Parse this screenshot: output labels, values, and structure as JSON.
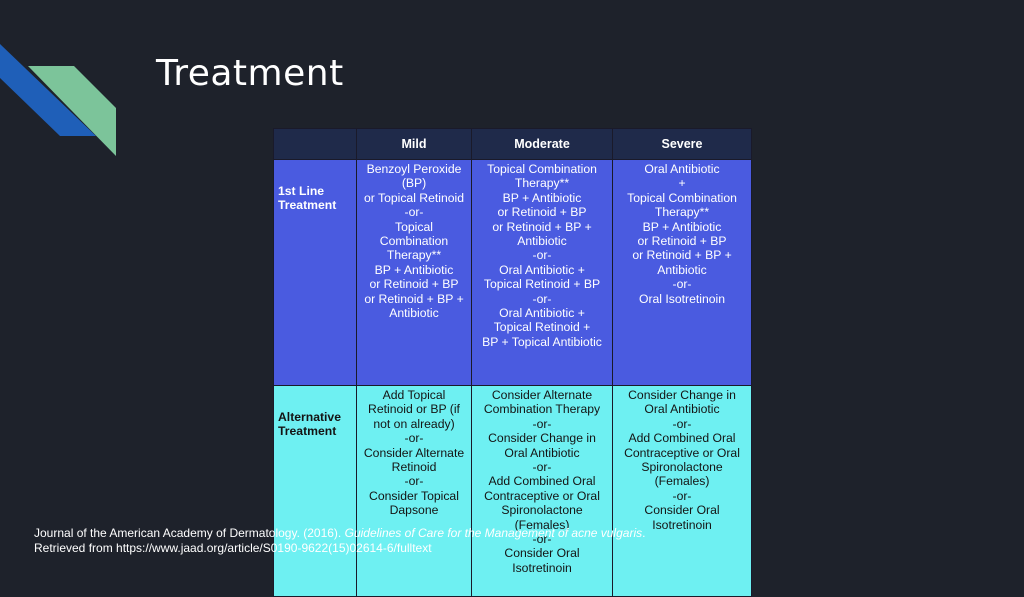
{
  "slide": {
    "title": "Treatment"
  },
  "table": {
    "headers": [
      "",
      "Mild",
      "Moderate",
      "Severe"
    ],
    "rows": [
      {
        "label": [
          "1st Line",
          "Treatment"
        ],
        "cells": [
          [
            "Benzoyl Peroxide",
            "(BP)",
            "or Topical Retinoid",
            "-or-",
            "Topical",
            "Combination",
            "Therapy**",
            "BP + Antibiotic",
            "or Retinoid + BP",
            "or Retinoid + BP +",
            "Antibiotic"
          ],
          [
            "Topical Combination",
            "Therapy**",
            "BP + Antibiotic",
            "or Retinoid + BP",
            "or Retinoid + BP +",
            "Antibiotic",
            "-or-",
            "Oral Antibiotic +",
            "Topical Retinoid + BP",
            "-or-",
            "Oral Antibiotic +",
            "Topical Retinoid +",
            "BP + Topical Antibiotic"
          ],
          [
            "Oral Antibiotic",
            "+",
            "Topical Combination",
            "Therapy**",
            "BP + Antibiotic",
            "or Retinoid + BP",
            "or Retinoid + BP +",
            "Antibiotic",
            "-or-",
            "Oral Isotretinoin"
          ]
        ]
      },
      {
        "label": [
          "Alternative",
          "Treatment"
        ],
        "cells": [
          [
            "Add Topical",
            "Retinoid or BP (if",
            "not on already)",
            "-or-",
            "Consider Alternate",
            "Retinoid",
            "-or-",
            "Consider Topical",
            "Dapsone"
          ],
          [
            "Consider Alternate",
            "Combination Therapy",
            "-or-",
            "Consider Change in",
            "Oral Antibiotic",
            "-or-",
            "Add Combined Oral",
            "Contraceptive or Oral",
            "Spironolactone",
            "(Females)",
            "-or-",
            "Consider Oral",
            "Isotretinoin"
          ],
          [
            "Consider Change in",
            "Oral Antibiotic",
            "-or-",
            "Add Combined Oral",
            "Contraceptive or Oral",
            "Spironolactone",
            "(Females)",
            "-or-",
            "Consider Oral",
            "Isotretinoin"
          ]
        ]
      }
    ]
  },
  "citation": {
    "part1": "Journal of the American Academy of Dermatology. (2016). ",
    "italic": "Guidelines of Care for the Management of acne vulgaris",
    "part2": ". Retrieved from https://www.jaad.org/article/S0190-9622(15)02614-6/fulltext"
  },
  "colors": {
    "background": "#1e222b",
    "header_row": "#1f2a4a",
    "first_line_row": "#4a5be0",
    "alternative_row": "#6ef0f2",
    "decor_blue": "#1f5fb8",
    "decor_green": "#7cc49a"
  }
}
